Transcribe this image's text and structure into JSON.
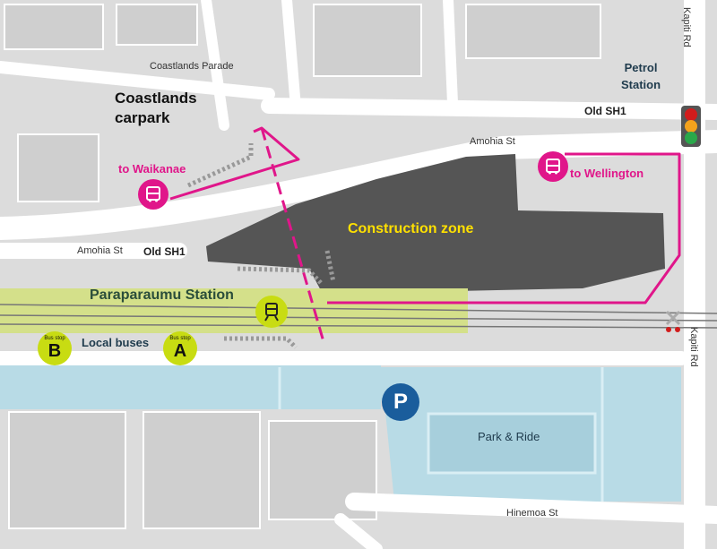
{
  "places": {
    "coastlands_line1": "Coastlands",
    "coastlands_line2": "carpark",
    "petrol_line1": "Petrol",
    "petrol_line2": "Station",
    "construction": "Construction zone",
    "station": "Paraparaumu Station",
    "park_ride": "Park & Ride",
    "local_buses": "Local buses"
  },
  "streets": {
    "coastlands_parade": "Coastlands Parade",
    "old_sh1_top": "Old SH1",
    "amohia_top": "Amohia St",
    "amohia_left": "Amohia St",
    "old_sh1_left": "Old SH1",
    "kapiti_top": "Kapiti Rd",
    "kapiti_right": "Kapiti Rd",
    "hinemoa": "Hinemoa St"
  },
  "directions": {
    "waikanae": "to Waikanae",
    "wellington": "to Wellington"
  },
  "bus_stops": [
    {
      "caption": "Bus stop",
      "letter": "B"
    },
    {
      "caption": "Bus stop",
      "letter": "A"
    }
  ],
  "parking_symbol": "P",
  "colors": {
    "background": "#dcdcdc",
    "road": "#ffffff",
    "construction": "#555555",
    "route_magenta": "#e0168a",
    "station_platform": "#d4e08a",
    "stop_yellow": "#c8dc12",
    "parking_blue": "#b8dbe6",
    "parking_badge": "#1a5d9c"
  },
  "icons": [
    "bus-icon",
    "train-icon",
    "parking-icon",
    "traffic-light-icon",
    "level-crossing-icon"
  ]
}
